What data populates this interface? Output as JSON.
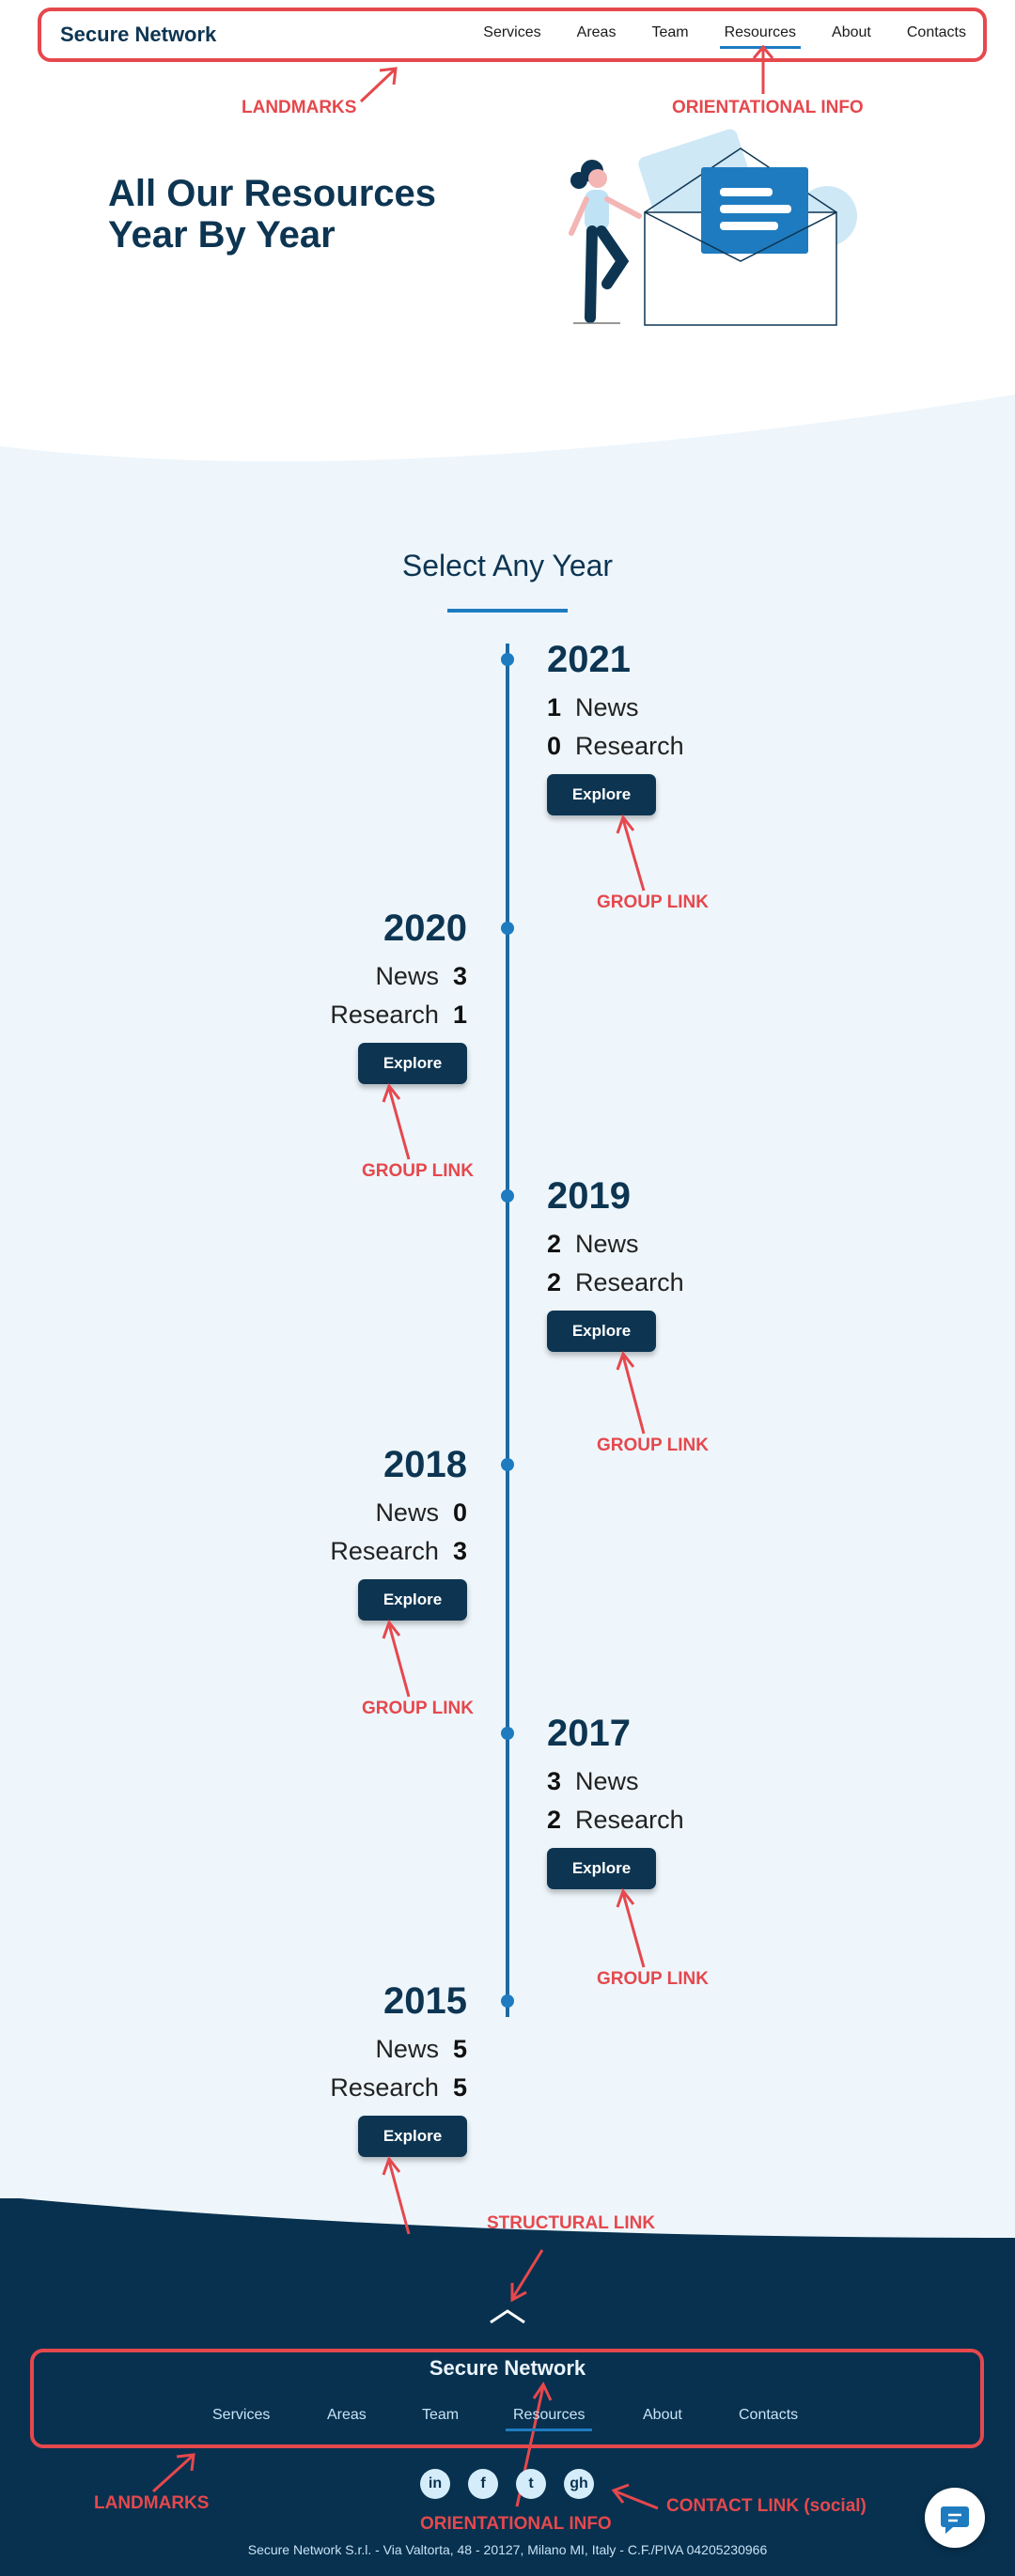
{
  "nav": {
    "brand": "Secure Network",
    "links": [
      "Services",
      "Areas",
      "Team",
      "Resources",
      "About",
      "Contacts"
    ],
    "active": "Resources"
  },
  "annotations": {
    "landmarks": "LANDMARKS",
    "orientational": "ORIENTATIONAL INFO",
    "group_link": "GROUP LINK",
    "structural_link": "STRUCTURAL LINK",
    "contact_link": "CONTACT LINK (social)"
  },
  "hero": {
    "title": "All Our Resources Year By Year"
  },
  "section": {
    "title": "Select Any Year"
  },
  "timeline": [
    {
      "year": "2021",
      "news": "1",
      "research": "0",
      "side": "right",
      "news_label": "News",
      "research_label": "Research",
      "button": "Explore"
    },
    {
      "year": "2020",
      "news": "3",
      "research": "1",
      "side": "left",
      "news_label": "News",
      "research_label": "Research",
      "button": "Explore"
    },
    {
      "year": "2019",
      "news": "2",
      "research": "2",
      "side": "right",
      "news_label": "News",
      "research_label": "Research",
      "button": "Explore"
    },
    {
      "year": "2018",
      "news": "0",
      "research": "3",
      "side": "left",
      "news_label": "News",
      "research_label": "Research",
      "button": "Explore"
    },
    {
      "year": "2017",
      "news": "3",
      "research": "2",
      "side": "right",
      "news_label": "News",
      "research_label": "Research",
      "button": "Explore"
    },
    {
      "year": "2015",
      "news": "5",
      "research": "5",
      "side": "left",
      "news_label": "News",
      "research_label": "Research",
      "button": "Explore"
    }
  ],
  "footer": {
    "brand": "Secure Network",
    "links": [
      "Services",
      "Areas",
      "Team",
      "Resources",
      "About",
      "Contacts"
    ],
    "active": "Resources",
    "social": [
      "linkedin-icon",
      "facebook-icon",
      "twitter-icon",
      "github-icon"
    ],
    "address": "Secure Network S.r.l. - Via Valtorta, 48 - 20127, Milano MI, Italy - C.F./PIVA 04205230966"
  },
  "colors": {
    "navy": "#0d3552",
    "accent": "#1e7bc0",
    "annotation": "#e5484d",
    "footer_bg": "#07314f",
    "light_bg": "#eef6fb"
  }
}
